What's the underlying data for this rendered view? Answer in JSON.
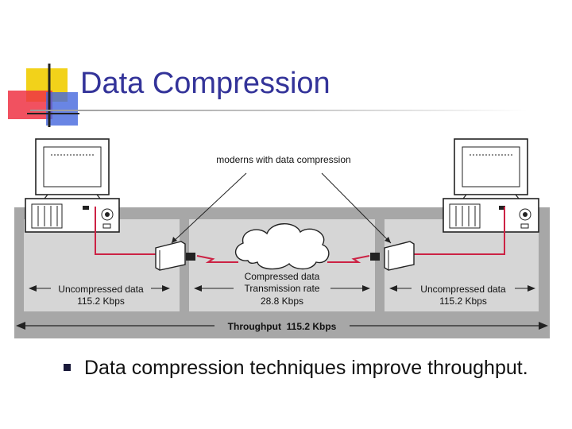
{
  "slide": {
    "title": "Data Compression",
    "bullets": [
      "Data compression techniques improve throughput."
    ]
  },
  "diagram": {
    "callout": "moderns with data compression",
    "left_segment": {
      "line1": "Uncompressed data",
      "line2": "115.2 Kbps"
    },
    "middle_segment": {
      "line1": "Compressed data",
      "line2": "Transmission rate",
      "line3": "28.8 Kbps"
    },
    "right_segment": {
      "line1": "Uncompressed data",
      "line2": "115.2 Kbps"
    },
    "throughput": "Throughput  115.2 Kbps"
  },
  "colors": {
    "title": "#333399",
    "band": "#a7a7a7",
    "panel": "#d6d6d6",
    "cable": "#cc2244",
    "logo_yellow": "#f2d21a",
    "logo_red": "#ee3344",
    "logo_blue": "#4466dd"
  }
}
